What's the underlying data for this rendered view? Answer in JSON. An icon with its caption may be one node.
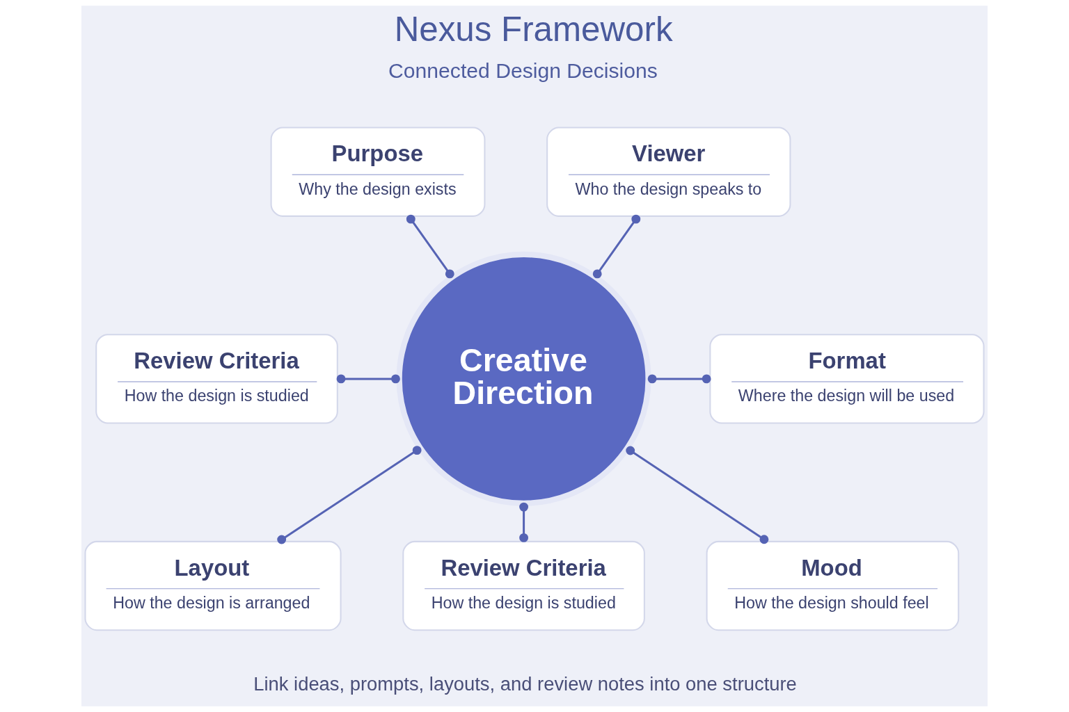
{
  "diagram": {
    "title": "Nexus Framework",
    "caption": "Link ideas, prompts, layouts, and review notes into one structure",
    "nodes": [
      {
        "text": [
          "Purpose",
          "Why the design exists"
        ]
      },
      {
        "text": [
          "Viewer",
          "Who the design speaks to"
        ]
      },
      {
        "text": [
          "Review Criteria",
          "How the design is studied"
        ]
      },
      {
        "text": [
          "Creative Direction"
        ]
      },
      {
        "text": [
          "Format",
          "Where the design will be used"
        ]
      },
      {
        "text": [
          "Layout",
          "How the design is arranged"
        ]
      },
      {
        "text": [
          "Mood",
          "How the design should feel"
        ]
      },
      {
        "text": [
          "Review Criteria",
          "How the design is studied"
        ]
      }
    ],
    "edges": [
      {
        "from": 0,
        "to": 3,
        "arrow": "other"
      },
      {
        "from": 1,
        "to": 3,
        "arrow": "other"
      },
      {
        "from": 2,
        "to": 3,
        "arrow": "other"
      },
      {
        "from": 3,
        "to": 4,
        "arrow": "other"
      },
      {
        "from": 3,
        "to": 5,
        "arrow": "other"
      },
      {
        "from": 3,
        "to": 7,
        "arrow": "other"
      },
      {
        "from": 3,
        "to": 6,
        "arrow": "other"
      }
    ],
    "labels": [
      "Connected Design Decisions"
    ]
  }
}
